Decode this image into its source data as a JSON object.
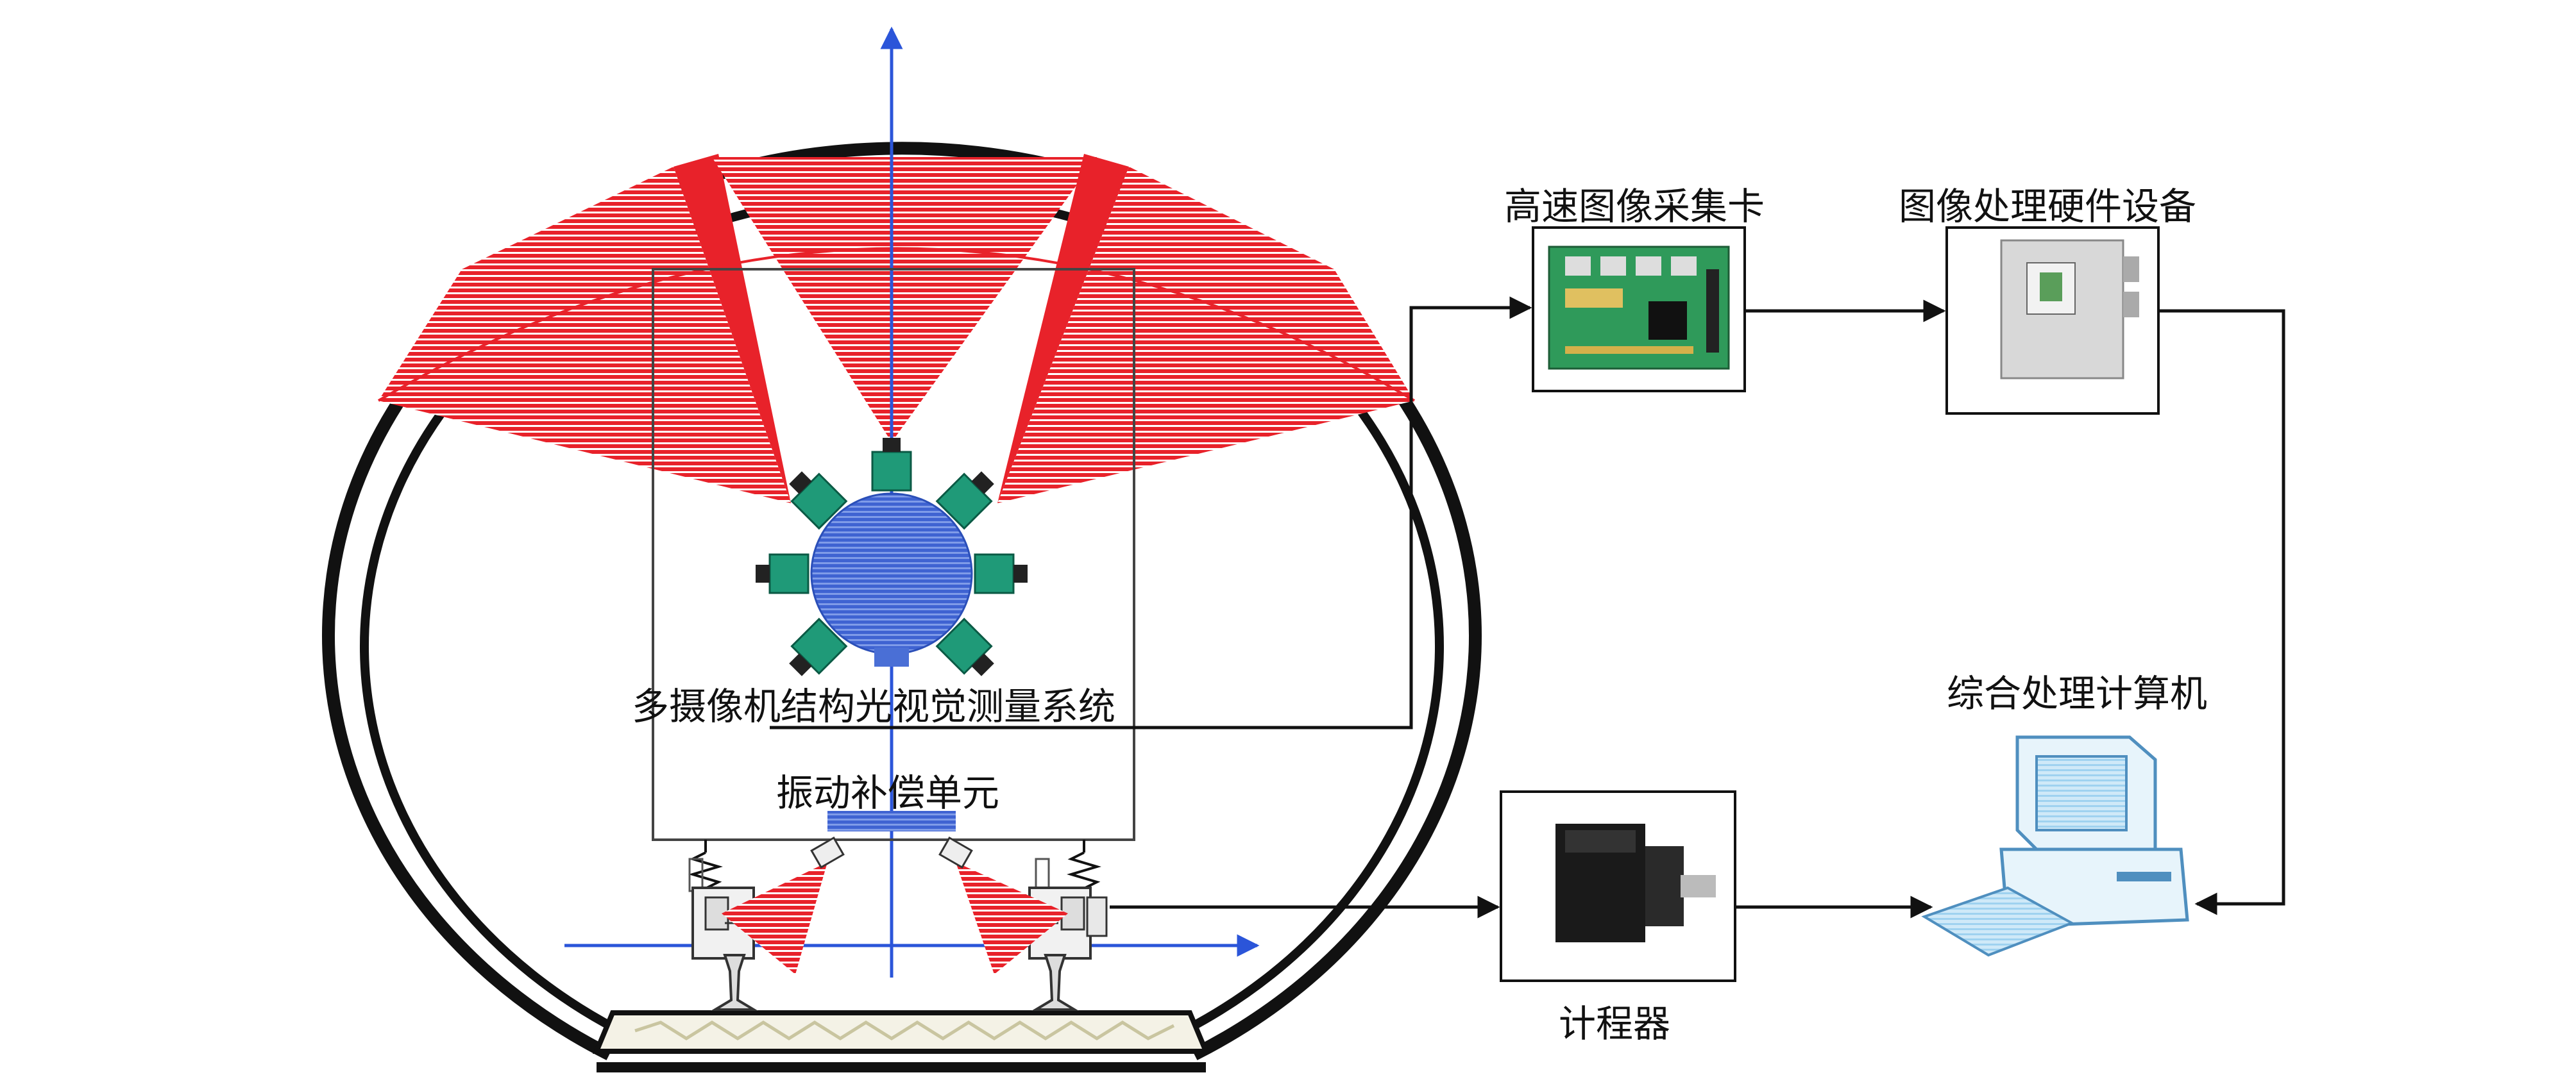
{
  "labels": {
    "measurement_system": "多摄像机结构光视觉测量系统",
    "vibration_unit": "振动补偿单元",
    "capture_card": "高速图像采集卡",
    "processing_hardware": "图像处理硬件设备",
    "computer": "综合处理计算机",
    "odometer": "计程器"
  },
  "colors": {
    "laser": "#e8222a",
    "laser_light": "#f5a0a0",
    "sensor_hub": "#4a6fd6",
    "camera": "#1f9a78",
    "axis": "#2b55d9",
    "tunnel": "#111111",
    "computer": "#9fd2f0"
  },
  "icons": {
    "capture_card": "circuit-board-icon",
    "processing_hardware": "hardware-box-icon",
    "computer": "desktop-computer-icon",
    "odometer": "servo-motor-icon"
  }
}
